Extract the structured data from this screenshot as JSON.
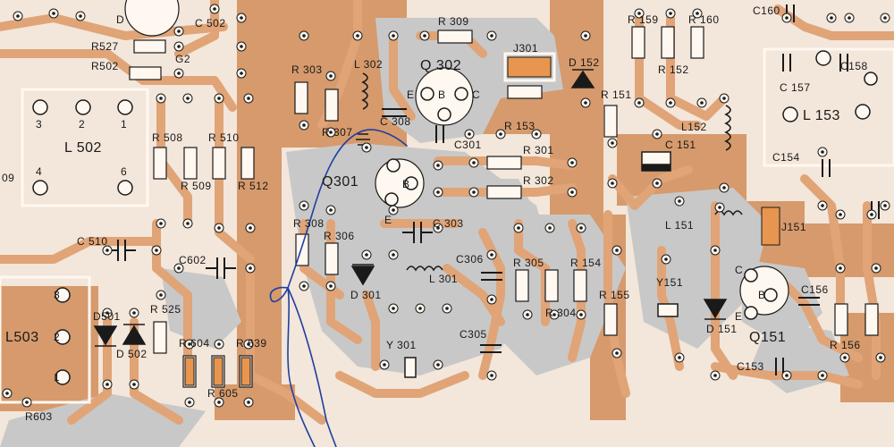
{
  "diagram": {
    "colors": {
      "substrate": "#f3e6da",
      "copper": "#d69a6c",
      "trace": "#e0a477",
      "mask": "#c8c8c8",
      "pad": "#fff8f0",
      "ink": "#1a1a1a",
      "pen": "#1f3fa0"
    },
    "labels": {
      "d_top": "D",
      "c502": "C 502",
      "g2": "G2",
      "r527": "R527",
      "r502": "R502",
      "l502": "L 502",
      "l502_p3": "3",
      "l502_p2": "2",
      "l502_p1": "1",
      "l502_p4": "4",
      "l502_p6": "6",
      "r509_edge": "09",
      "r508": "R 508",
      "r509": "R 509",
      "r510": "R 510",
      "r512": "R 512",
      "c510": "C 510",
      "c602": "C602",
      "l503": "L503",
      "l503_p3": "3",
      "l503_p2": "2",
      "l503_p1": "1",
      "d501": "D501",
      "d502": "D 502",
      "r525": "R 525",
      "r604": "R 604",
      "r605": "R 605",
      "r639": "R 639",
      "r603": "R603",
      "r303": "R 303",
      "l302": "L 302",
      "q302": "Q 302",
      "q302_e": "E",
      "q302_b": "B",
      "q302_c": "C",
      "r309": "R 309",
      "j301": "J301",
      "r153": "R 153",
      "r307": "R 307",
      "c308": "C 308",
      "c301": "C301",
      "q301": "Q301",
      "q301_b": "B",
      "q301_e": "E",
      "r301": "R 301",
      "r302": "R 302",
      "r308": "R 308",
      "r306": "R 306",
      "d301": "D 301",
      "c303": "C 303",
      "c306": "C306",
      "l301": "L 301",
      "c305": "C305",
      "y301": "Y 301",
      "r305": "R 305",
      "r304": "R 304",
      "r154": "R 154",
      "r155": "R 155",
      "y151": "Y151",
      "d151": "D 151",
      "r159": "R 159",
      "r160": "R 160",
      "r152": "R 152",
      "d152": "D 152",
      "r151": "R 151",
      "c151": "C 151",
      "l152": "L152",
      "c160": "C160",
      "c157": "C 157",
      "c158": "C158",
      "l153": "L 153",
      "c154": "C154",
      "l151": "L 151",
      "j151": "J151",
      "q151": "Q151",
      "q151_c": "C",
      "q151_b": "B",
      "q151_e": "E",
      "c156": "C156",
      "r156": "R 156",
      "c153": "C153"
    }
  }
}
